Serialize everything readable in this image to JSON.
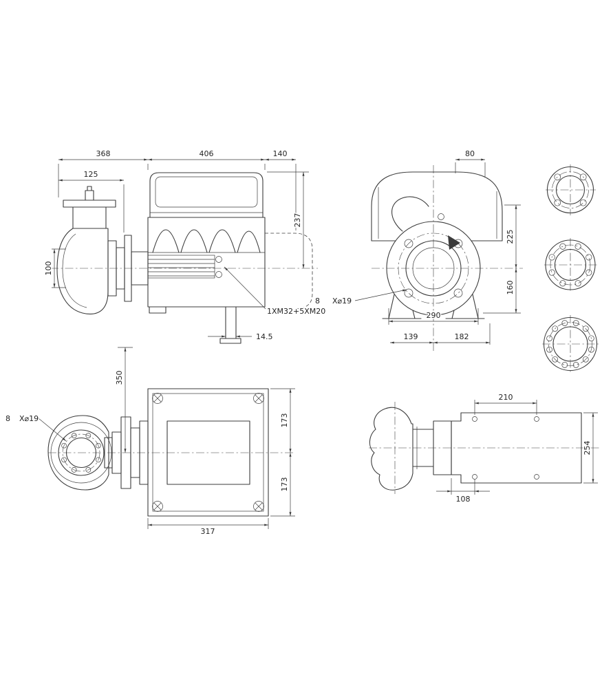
{
  "drawing": {
    "bg": "#ffffff",
    "ink": "#3b3b3b",
    "views": {
      "side": {
        "dims": {
          "pump_length": "368",
          "motor_length": "406",
          "clearance": "140",
          "flange_offset": "125",
          "height_above_center": "237",
          "suction_port": "100",
          "cable_entries": "1XM32+5XM20",
          "foot_offset": "14.5"
        }
      },
      "front": {
        "dims": {
          "top_width": "80",
          "center_to_top": "225",
          "center_to_base": "160",
          "bolt_count": "8",
          "bolt_size": "X⌀19",
          "foot_span": "290",
          "center_to_left_foot": "139",
          "center_to_right": "182"
        }
      },
      "top": {
        "dims": {
          "center_to_flange": "350",
          "bolt_count": "8",
          "bolt_size": "X⌀19",
          "half_width_upper": "173",
          "half_width_lower": "173",
          "plate_length": "317"
        }
      },
      "profile": {
        "dims": {
          "hole_span": "210",
          "body_width": "254",
          "hole_offset": "108"
        }
      }
    }
  }
}
